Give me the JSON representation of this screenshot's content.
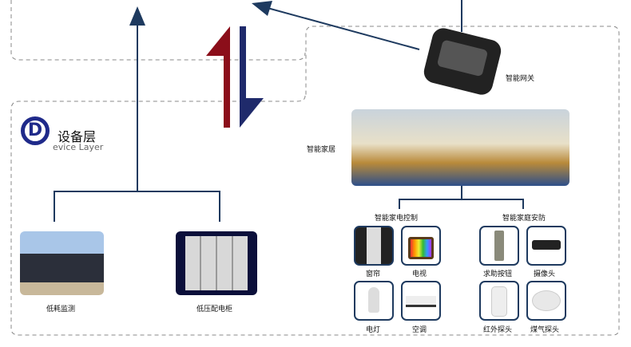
{
  "layer": {
    "logo_letter": "D",
    "title": "设备层",
    "subtitle": "evice Layer"
  },
  "gateway": {
    "label": "智能网关"
  },
  "home": {
    "label": "智能家居"
  },
  "groups": [
    {
      "label": "智能家电控制",
      "items": [
        {
          "label": "窗帘",
          "icon": "curtain-icon"
        },
        {
          "label": "电视",
          "icon": "tv-icon"
        },
        {
          "label": "电灯",
          "icon": "bulb-icon"
        },
        {
          "label": "空调",
          "icon": "ac-icon"
        }
      ]
    },
    {
      "label": "智能家庭安防",
      "items": [
        {
          "label": "求助按钮",
          "icon": "help-button-icon"
        },
        {
          "label": "摄像头",
          "icon": "camera-icon"
        },
        {
          "label": "红外探头",
          "icon": "infrared-sensor-icon"
        },
        {
          "label": "煤气探头",
          "icon": "gas-detector-icon"
        }
      ]
    }
  ],
  "devices": [
    {
      "label": "低耗监测"
    },
    {
      "label": "低压配电柜"
    }
  ],
  "colors": {
    "arrow": "#1e3a5f",
    "red": "#8b0e1a",
    "blue": "#1f2a6b"
  }
}
